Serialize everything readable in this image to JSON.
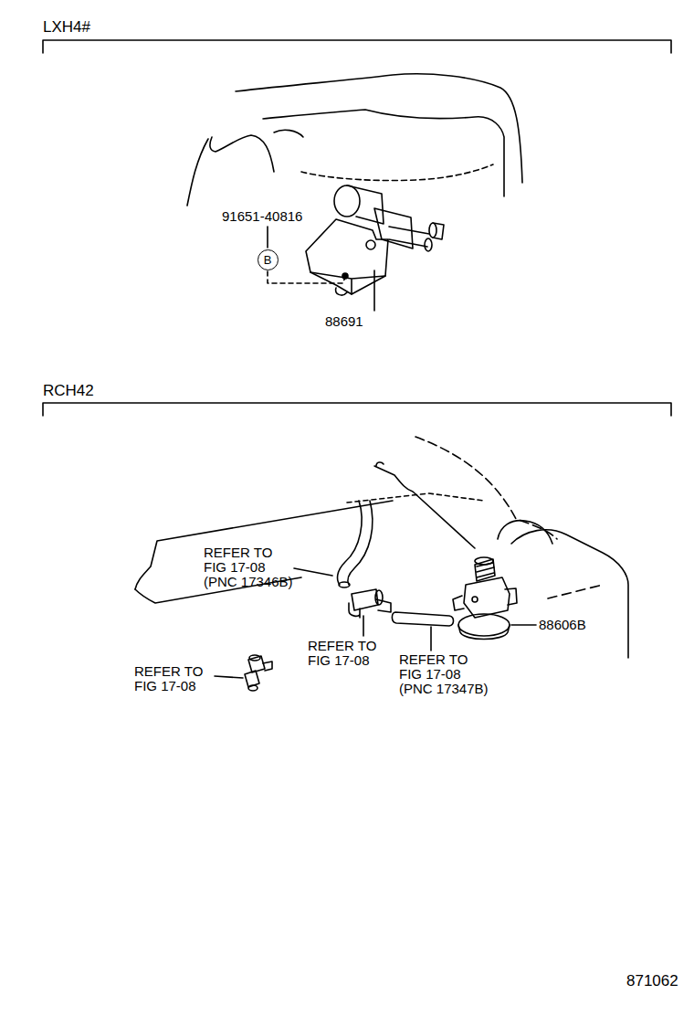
{
  "diagram": {
    "nodes": [
      {
        "text": [
          "B"
        ]
      }
    ],
    "labels": [
      "LXH4#",
      "91651-40816",
      "88691",
      "RCH42",
      "REFER TO FIG 17-08 (PNC 17346B)",
      "REFER TO FIG 17-08",
      "88606B",
      "REFER TO FIG 17-08",
      "REFER TO FIG 17-08 (PNC 17347B)",
      "871062"
    ]
  }
}
